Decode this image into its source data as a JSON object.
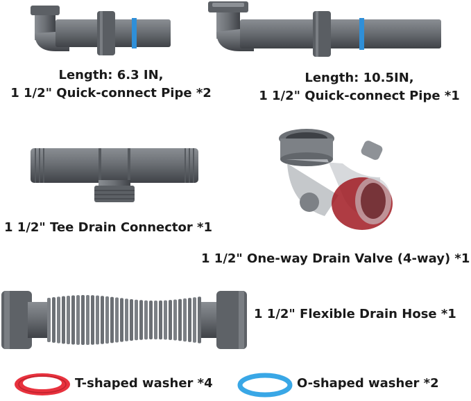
{
  "parts": {
    "pipe_short": {
      "line1": "Length: 6.3 IN,",
      "line2": "1 1/2\" Quick-connect Pipe *2"
    },
    "pipe_long": {
      "line1": "Length: 10.5IN,",
      "line2": "1 1/2\" Quick-connect Pipe *1"
    },
    "tee": {
      "label": "1 1/2\" Tee Drain Connector  *1"
    },
    "valve": {
      "label": "1 1/2\" One-way Drain Valve (4-way)  *1"
    },
    "hose": {
      "label": "1 1/2\" Flexible Drain Hose   *1"
    },
    "t_washer": {
      "label": "T-shaped washer   *4"
    },
    "o_washer": {
      "label": "O-shaped washer   *2"
    }
  },
  "colors": {
    "pipe": "#6b6f74",
    "pipe_dark": "#4a4d52",
    "blue_ring": "#2f8fd8",
    "red_washer": "#e8323e",
    "blue_washer": "#39a7e6",
    "valve_red": "#a11a22"
  }
}
